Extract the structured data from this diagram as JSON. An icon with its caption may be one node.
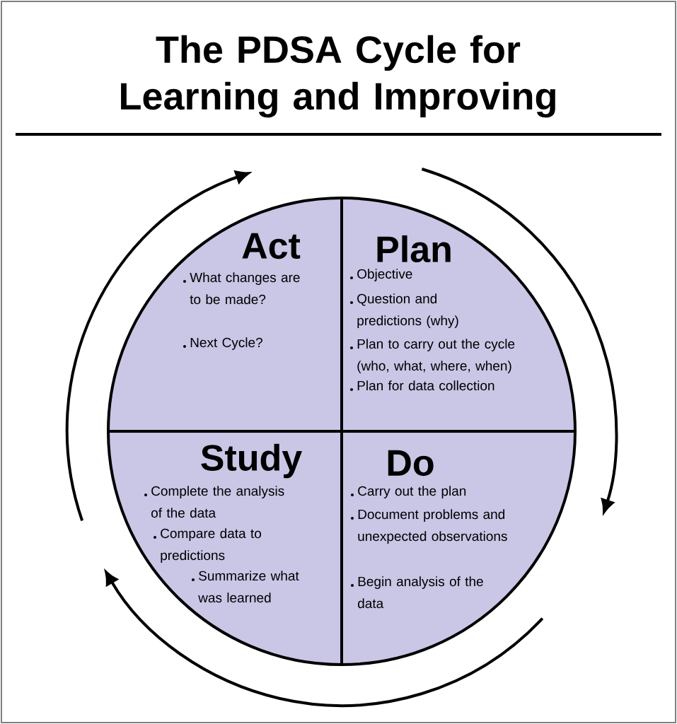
{
  "diagram": {
    "title": "The PDSA Cycle for Learning and Improving",
    "nodes": [
      {
        "text": [
          "Act",
          "What changes are to be made?",
          "Next Cycle?"
        ]
      },
      {
        "text": [
          "Plan",
          "Objective",
          "Question and predictions (why)",
          "Plan to carry out the cycle (who, what, where, when)",
          "Plan for data collection"
        ]
      },
      {
        "text": [
          "Study",
          "Complete the analysis of the data",
          "Compare data to predictions",
          "Summarize what was learned"
        ]
      },
      {
        "text": [
          "Do",
          "Carry out the plan",
          "Document problems and unexpected observations",
          "Begin analysis of the data"
        ]
      }
    ],
    "edges": [
      {
        "from": 1,
        "to": 3,
        "arrow": "to"
      },
      {
        "from": 3,
        "to": 2,
        "arrow": "to"
      },
      {
        "from": 2,
        "to": 0,
        "arrow": "to"
      }
    ]
  }
}
